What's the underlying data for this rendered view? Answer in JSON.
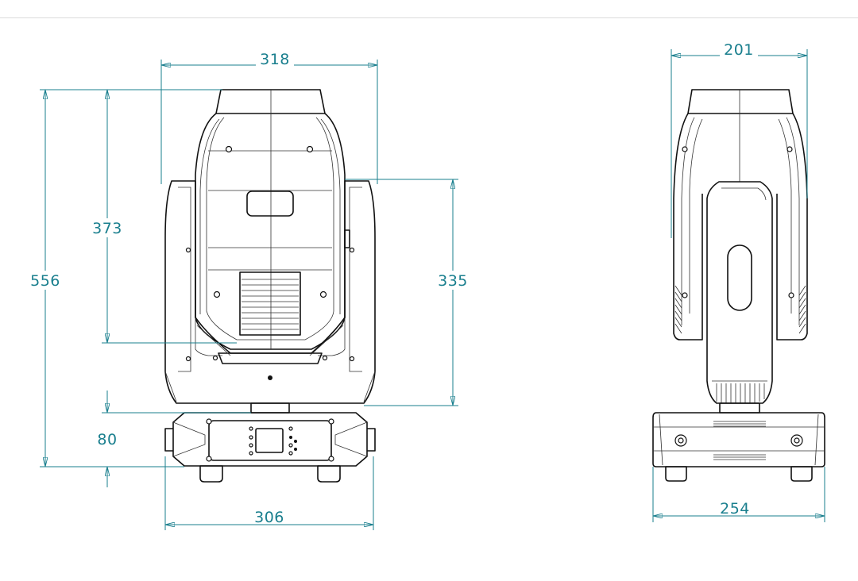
{
  "colors": {
    "dimension": "#1a7f8e",
    "outline": "#111111",
    "background": "#ffffff"
  },
  "front_view": {
    "width_top": "318",
    "total_height": "556",
    "head_height": "373",
    "arm_height": "335",
    "base_height": "80",
    "base_width": "306"
  },
  "side_view": {
    "width_top": "201",
    "base_width": "254"
  }
}
